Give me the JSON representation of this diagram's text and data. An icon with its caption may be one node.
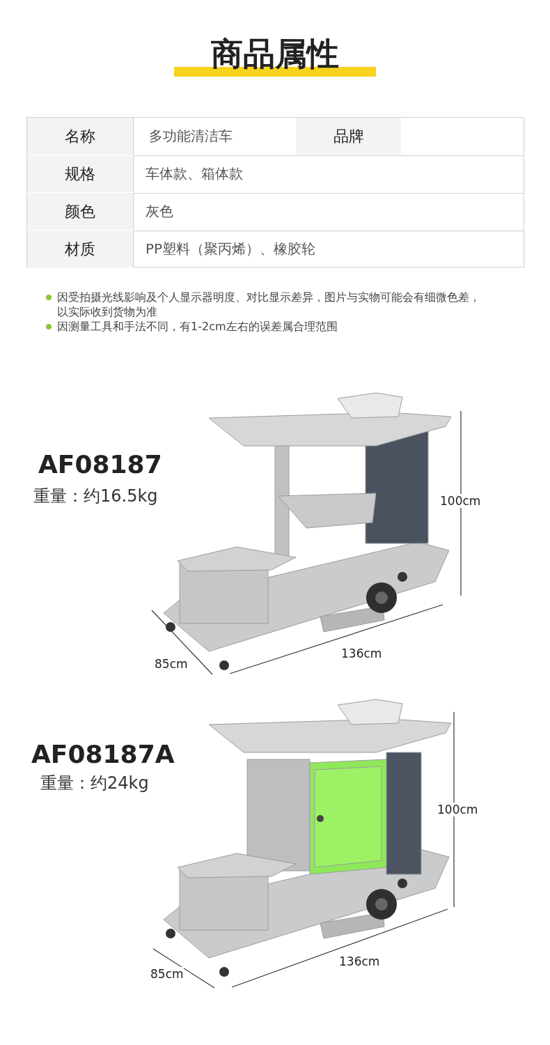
{
  "diagram": {
    "title": "商品属性",
    "labels": [
      "名称",
      "多功能清洁车",
      "品牌",
      "规格",
      "车体款、箱体款",
      "颜色",
      "灰色",
      "材质",
      "PP塑料（聚丙烯）、橡胶轮",
      "因受拍摄光线影响及个人显示器明度、对比显示差异，图片与实物可能会有细微色差，以实际收到货物为准",
      "因测量工具和手法不同，有1-2cm左右的误差属合理范围",
      "AF08187",
      "重量：约16.5kg",
      "100cm",
      "136cm",
      "85cm",
      "AF08187A",
      "重量：约24kg",
      "100cm",
      "136cm",
      "85cm"
    ]
  }
}
